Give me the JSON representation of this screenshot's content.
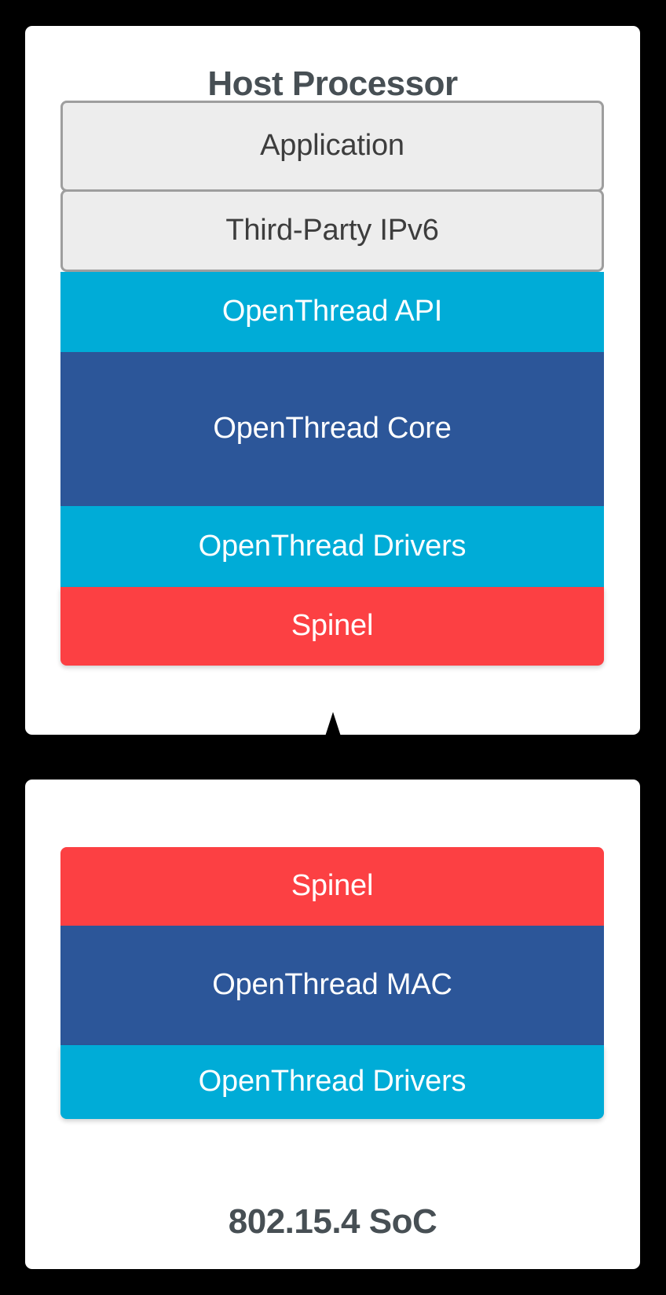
{
  "diagram": {
    "background_color": "#000000",
    "panel_color": "#ffffff",
    "title_color": "#474f54",
    "colors": {
      "cyan": "#00acd7",
      "blue": "#2c5699",
      "red": "#fc4043",
      "grey_fill": "#ededed",
      "grey_border": "#9e9e9e",
      "grey_text": "#3d3d3d",
      "arrow": "#000000"
    },
    "panels": [
      {
        "id": "host-processor",
        "title": "Host Processor",
        "title_position": "top",
        "layers": [
          {
            "label": "Application",
            "style": "grey"
          },
          {
            "label": "Third-Party IPv6",
            "style": "grey"
          },
          {
            "label": "OpenThread API",
            "style": "cyan"
          },
          {
            "label": "OpenThread Core",
            "style": "blue"
          },
          {
            "label": "OpenThread Drivers",
            "style": "cyan"
          },
          {
            "label": "Spinel",
            "style": "red"
          }
        ]
      },
      {
        "id": "soc",
        "title": "802.15.4 SoC",
        "title_position": "bottom",
        "layers": [
          {
            "label": "Spinel",
            "style": "red"
          },
          {
            "label": "OpenThread MAC",
            "style": "blue"
          },
          {
            "label": "OpenThread Drivers",
            "style": "cyan"
          }
        ]
      }
    ],
    "connector": {
      "kind": "double-headed-vertical-arrow",
      "from": "Spinel (Host Processor)",
      "to": "Spinel (802.15.4 SoC)"
    }
  }
}
